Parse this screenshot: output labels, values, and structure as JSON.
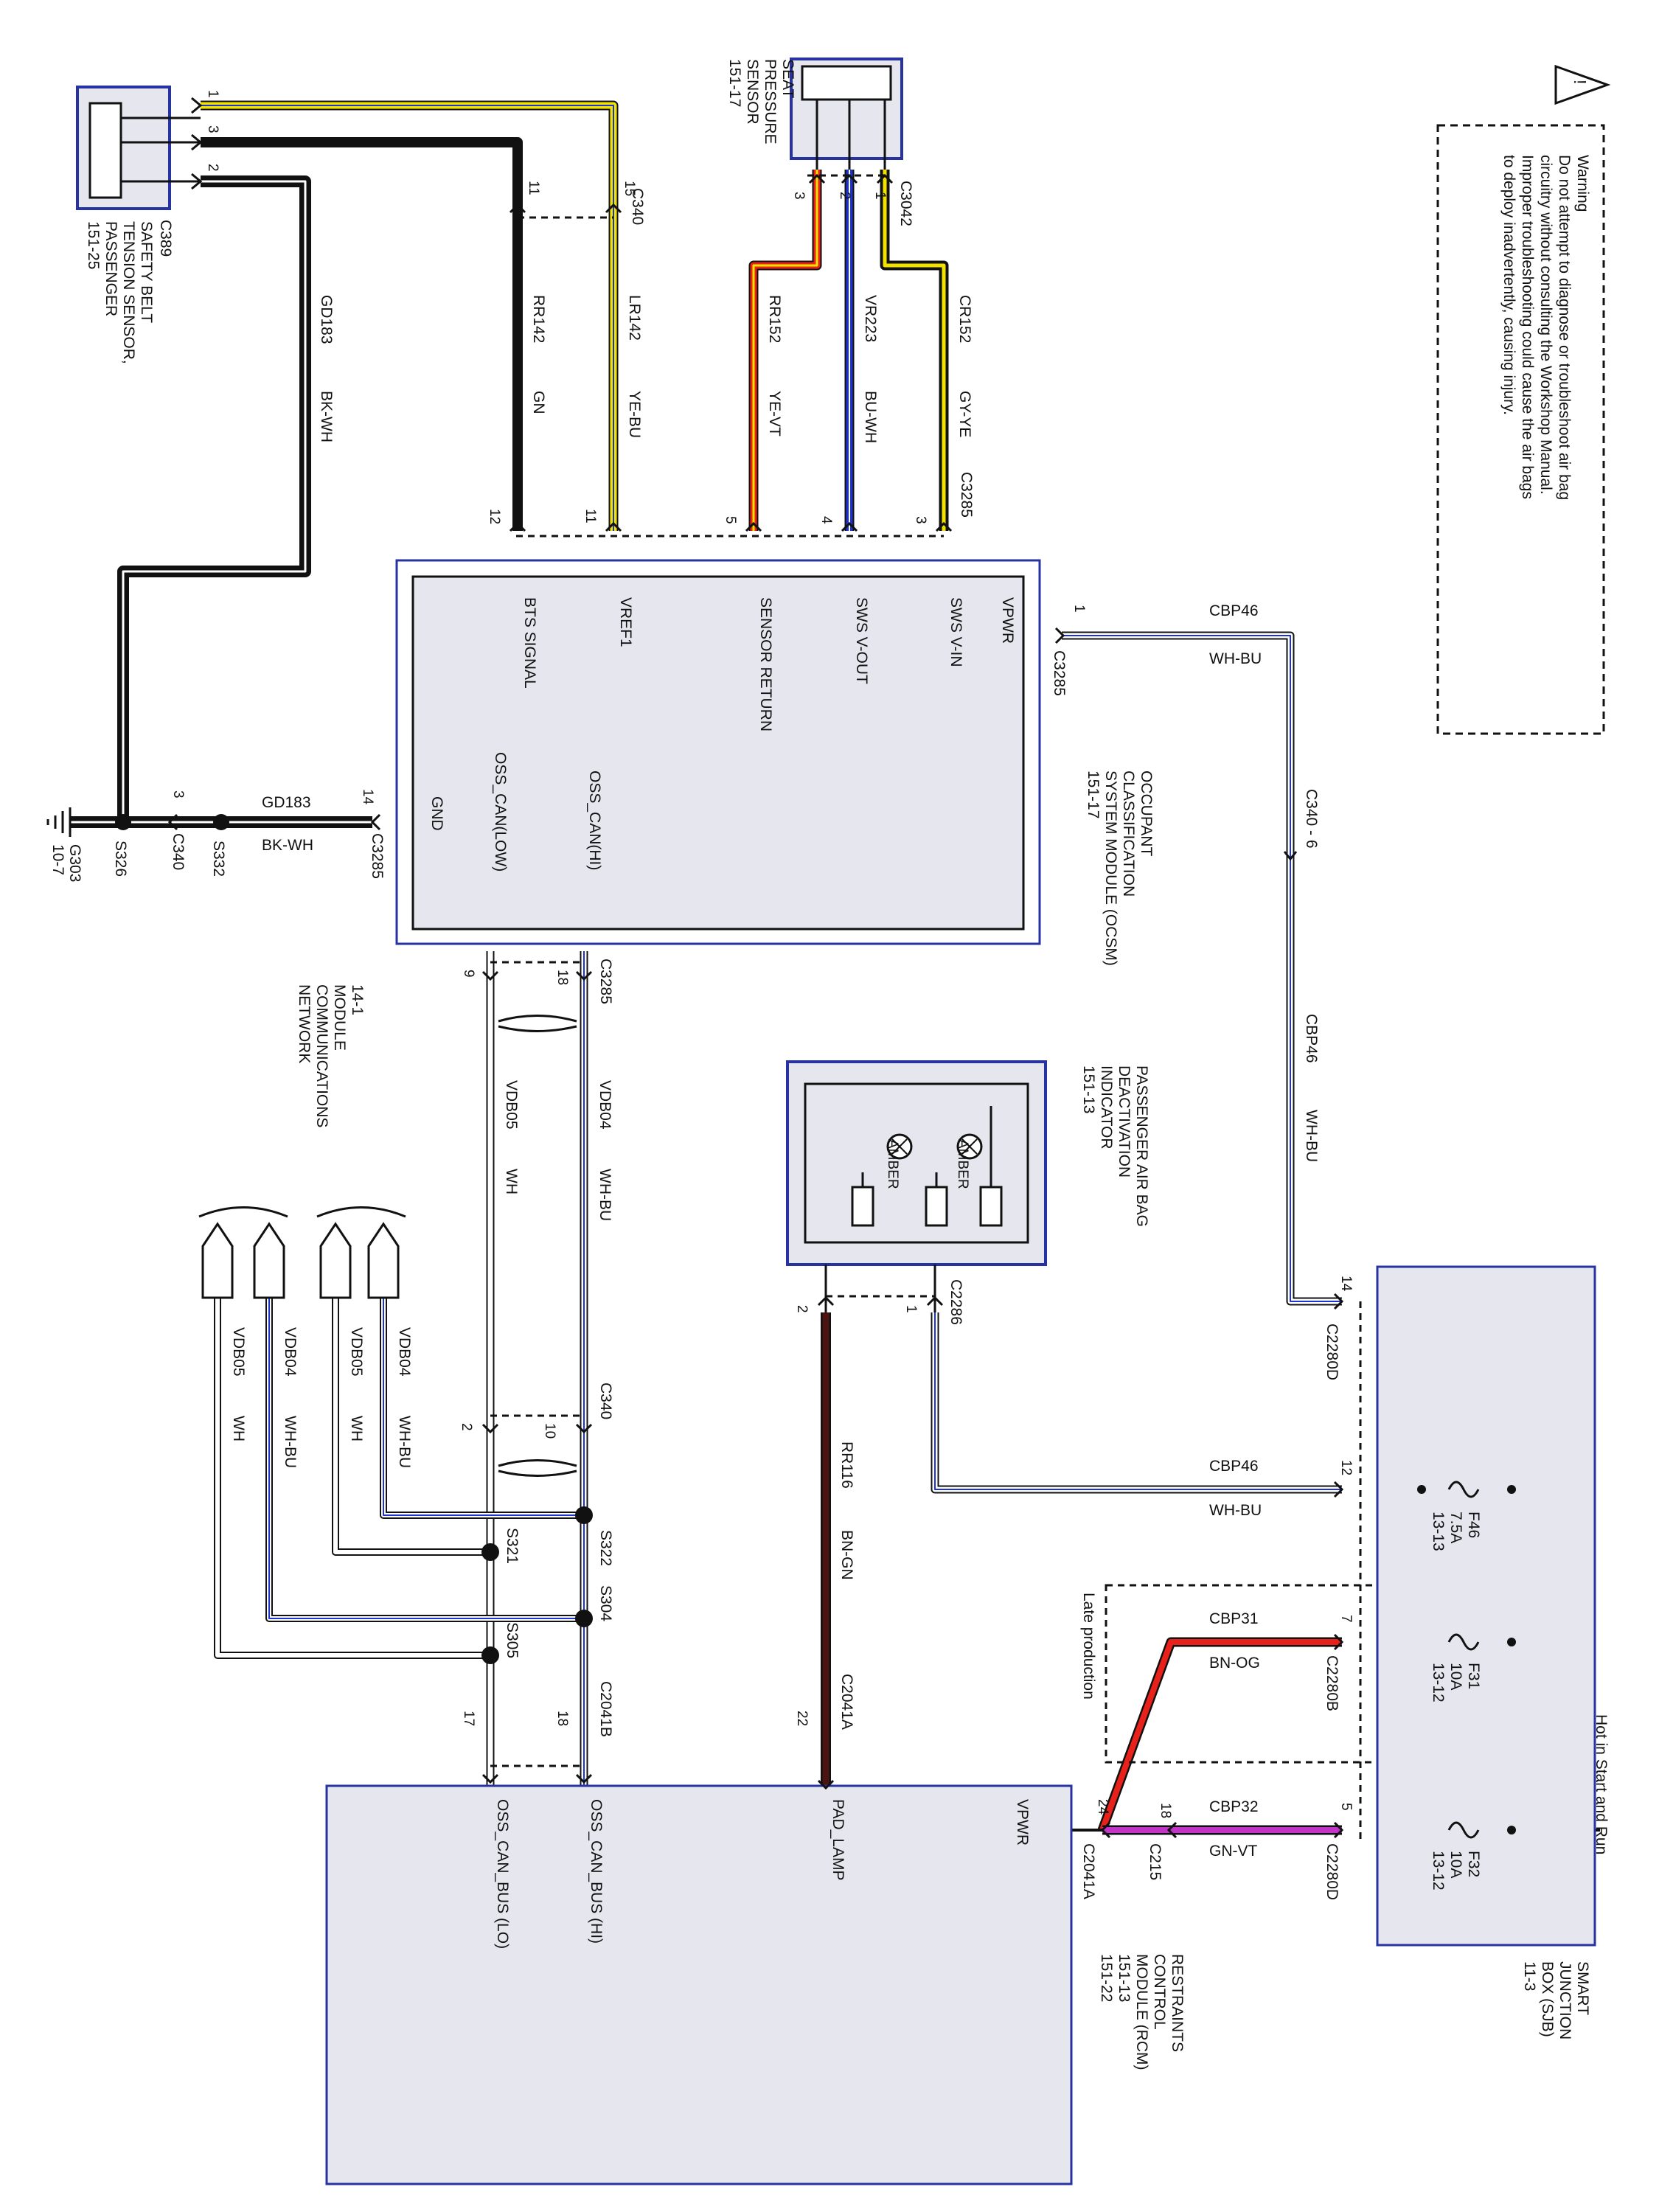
{
  "warning": {
    "title": "Warning",
    "lines": [
      "Do not attempt to diagnose or troubleshoot air bag",
      "circuitry without consulting the Workshop Manual.",
      "Improper troubleshooting could cause the air bags",
      "to deploy inadvertently, causing injury."
    ],
    "symbol": "!"
  },
  "components": {
    "belt_sensor": {
      "lines": [
        "SAFETY BELT",
        "TENSION SENSOR,",
        "PASSENGER",
        "151-25"
      ],
      "connector": "C389"
    },
    "seat_sensor": {
      "lines": [
        "SEAT",
        "PRESSURE",
        "SENSOR",
        "151-17"
      ],
      "connector": "C3042"
    },
    "ocsm": {
      "lines": [
        "OCCUPANT",
        "CLASSIFICATION",
        "SYSTEM MODULE (OCSM)",
        "151-17"
      ],
      "pins": [
        "VPWR",
        "SWS V-IN",
        "SWS V-OUT",
        "SENSOR RETURN",
        "VREF1",
        "BTS SIGNAL",
        "GND",
        "OSS_CAN(HI)",
        "OSS_CAN(LOW)"
      ]
    },
    "pad": {
      "lines": [
        "PASSENGER AIR BAG",
        "DEACTIVATION",
        "INDICATOR",
        "151-13"
      ],
      "lamp_labels": [
        "AMBER",
        "AMBER"
      ],
      "connector": "C2286"
    },
    "rcm": {
      "lines": [
        "RESTRAINTS",
        "CONTROL",
        "MODULE (RCM)",
        "151-13",
        "151-22"
      ],
      "pins": [
        "VPWR",
        "PAD_LAMP",
        "OSS_CAN_BUS (HI)",
        "OSS_CAN_BUS (LO)"
      ]
    },
    "sjb": {
      "lines": [
        "SMART",
        "JUNCTION",
        "BOX (SJB)",
        "11-3"
      ],
      "hot_label": "Hot in Start and Run",
      "fuses": [
        {
          "name": "F46",
          "rating": "7.5A",
          "ref": "13-13"
        },
        {
          "name": "F31",
          "rating": "10A",
          "ref": "13-12"
        },
        {
          "name": "F32",
          "rating": "10A",
          "ref": "13-12"
        }
      ],
      "late_production": "Late production"
    },
    "network": {
      "lines": [
        "14-1",
        "MODULE",
        "COMMUNICATIONS",
        "NETWORK"
      ]
    }
  },
  "circuits": [
    {
      "id": "LR142",
      "color": "YE-BU"
    },
    {
      "id": "RR142",
      "color": "GN"
    },
    {
      "id": "GD183",
      "color": "BK-WH"
    },
    {
      "id": "CR152",
      "color": "GY-YE"
    },
    {
      "id": "VR223",
      "color": "BU-WH"
    },
    {
      "id": "RR152",
      "color": "YE-VT"
    },
    {
      "id": "CBP46",
      "color": "WH-BU"
    },
    {
      "id": "VDB04",
      "color": "WH-BU"
    },
    {
      "id": "VDB05",
      "color": "WH"
    },
    {
      "id": "RR116",
      "color": "BN-GN"
    },
    {
      "id": "CBP31",
      "color": "BN-OG"
    },
    {
      "id": "CBP32",
      "color": "GN-VT"
    }
  ],
  "connectors": [
    "C340",
    "C3285",
    "C2280D",
    "C2280B",
    "C2041A",
    "C2041B",
    "C215",
    "C340 - 6"
  ],
  "splices": [
    "S326",
    "S332",
    "S322",
    "S321",
    "S304",
    "S305"
  ],
  "ground": {
    "name": "G303",
    "ref": "10-7"
  },
  "pins": {
    "c389": [
      "1",
      "3",
      "2"
    ],
    "c340_top": [
      "11",
      "15"
    ],
    "c3042": [
      "3",
      "2",
      "1"
    ],
    "c3285_top": [
      "12",
      "11",
      "5",
      "4",
      "3"
    ],
    "c3285_vpwr": "1",
    "c3285_gnd": "14",
    "c340_gnd": "3",
    "c3285_can": [
      "9",
      "18"
    ],
    "c340_can": [
      "2",
      "10"
    ],
    "c2041b": [
      "17",
      "18"
    ],
    "c2286": [
      "2",
      "1"
    ],
    "c2041a_pad": "22",
    "c2280d_top": "14",
    "sjb_f46": "12",
    "c2280b": "7",
    "c2280d_bottom": "5",
    "c215": "18",
    "c2041a_vpwr": "24"
  },
  "wire_colors": {
    "black": "#111111",
    "yellow": "#f2e200",
    "blue": "#1c33cf",
    "red": "#e8211b",
    "white": "#ffffff",
    "grey": "#8a8a8a",
    "brown": "#4a1410",
    "magenta": "#c233c8",
    "box_fill": "#e6e6ee",
    "frame_blue": "#2633a0"
  }
}
